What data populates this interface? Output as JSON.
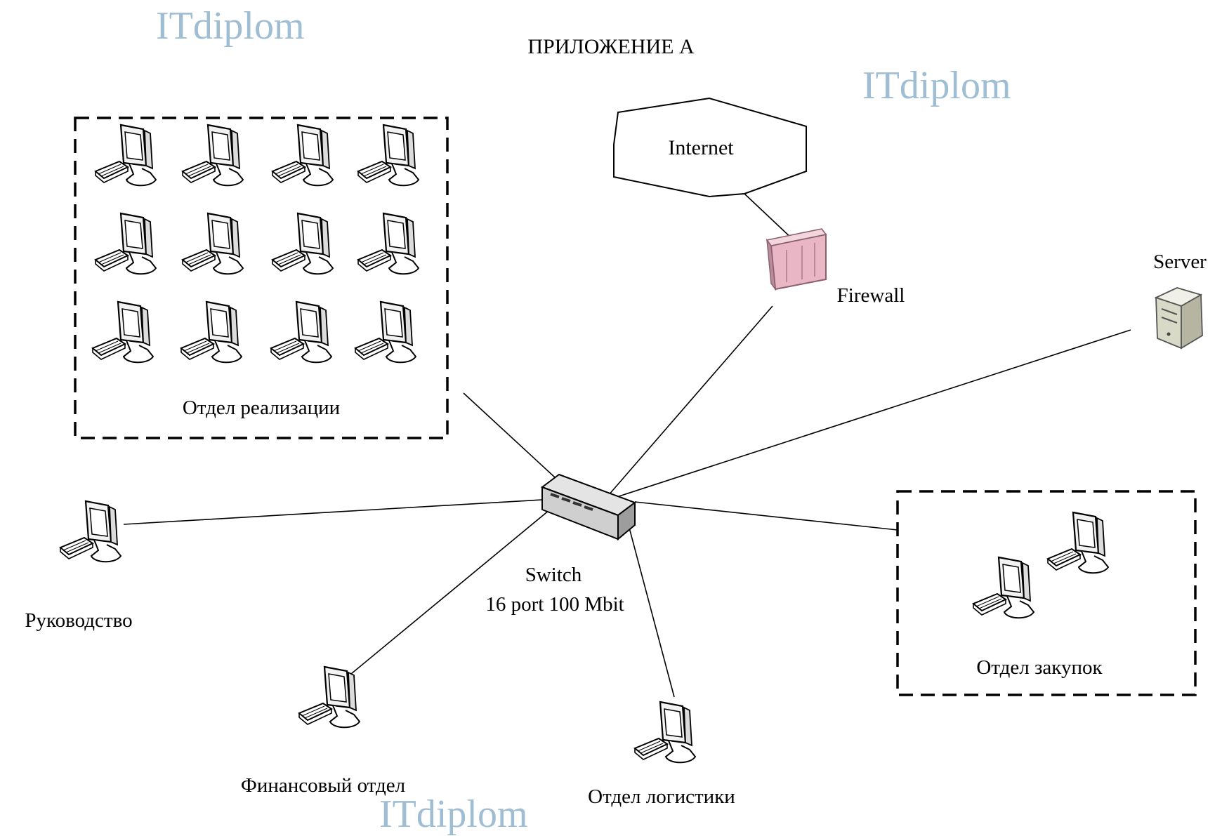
{
  "header": {
    "title": "ПРИЛОЖЕНИЕ А"
  },
  "watermark": {
    "text": "ITdiplom",
    "color": "#8fb2cc"
  },
  "nodes": {
    "internet": {
      "label": "Internet"
    },
    "firewall": {
      "label": "Firewall"
    },
    "server": {
      "label": "Server"
    },
    "switch": {
      "label_line1": "Switch",
      "label_line2": "16 port 100 Mbit"
    },
    "sales_dept": {
      "label": "Отдел реализации",
      "workstations": 12
    },
    "purchasing_dept": {
      "label": "Отдел закупок",
      "workstations": 2
    },
    "management": {
      "label": "Руководство"
    },
    "finance": {
      "label": "Финансовый отдел"
    },
    "logistics": {
      "label": "Отдел логистики"
    }
  },
  "colors": {
    "line": "#000000",
    "firewall": "#e8b6c4",
    "server": "#d9d9c8"
  }
}
